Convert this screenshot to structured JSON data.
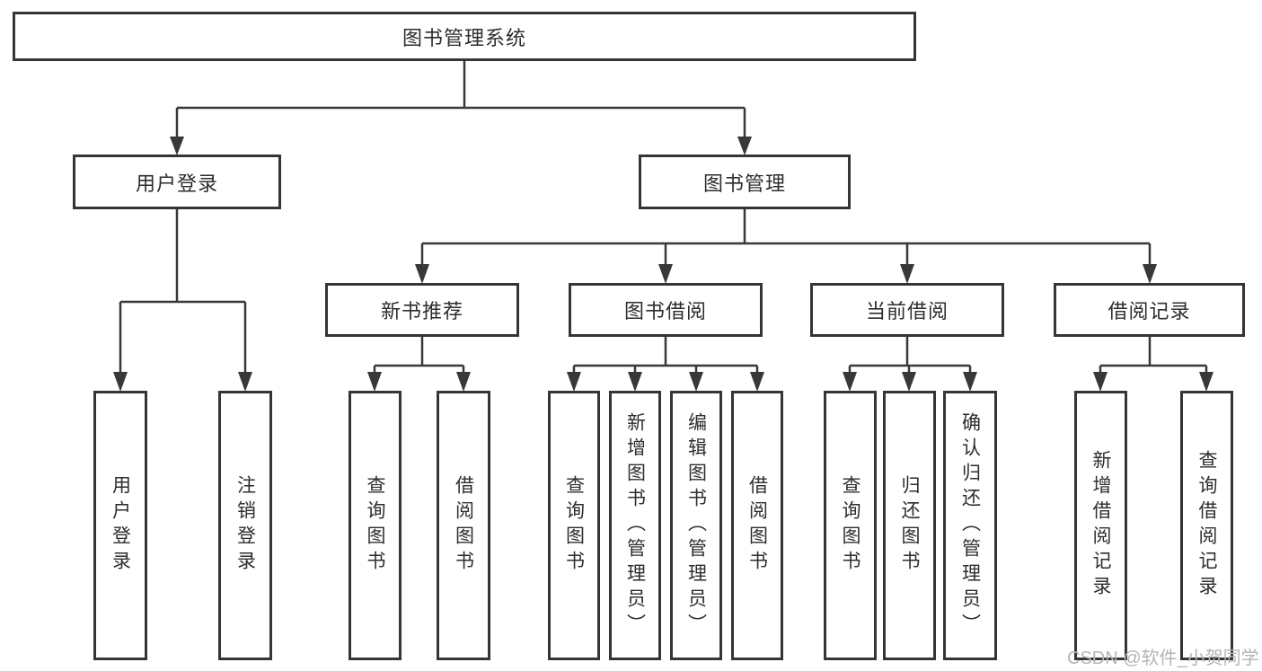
{
  "diagram": {
    "root": {
      "label": "图书管理系统"
    },
    "level2": [
      {
        "label": "用户登录"
      },
      {
        "label": "图书管理"
      }
    ],
    "level3": [
      {
        "label": "新书推荐"
      },
      {
        "label": "图书借阅"
      },
      {
        "label": "当前借阅"
      },
      {
        "label": "借阅记录"
      }
    ],
    "leaves": [
      {
        "label": "用户登录"
      },
      {
        "label": "注销登录"
      },
      {
        "label": "查询图书"
      },
      {
        "label": "借阅图书"
      },
      {
        "label": "查询图书"
      },
      {
        "label": "新增图书（管理员）"
      },
      {
        "label": "编辑图书（管理员）"
      },
      {
        "label": "借阅图书"
      },
      {
        "label": "查询图书"
      },
      {
        "label": "归还图书"
      },
      {
        "label": "确认归还（管理员）"
      },
      {
        "label": "新增借阅记录"
      },
      {
        "label": "查询借阅记录"
      }
    ],
    "watermark": "CSDN @软件_小贺同学",
    "colors": {
      "line": "#383838",
      "text": "#2d2d2d",
      "watermark_text": "#b5b5b5",
      "background": "#ffffff"
    }
  }
}
